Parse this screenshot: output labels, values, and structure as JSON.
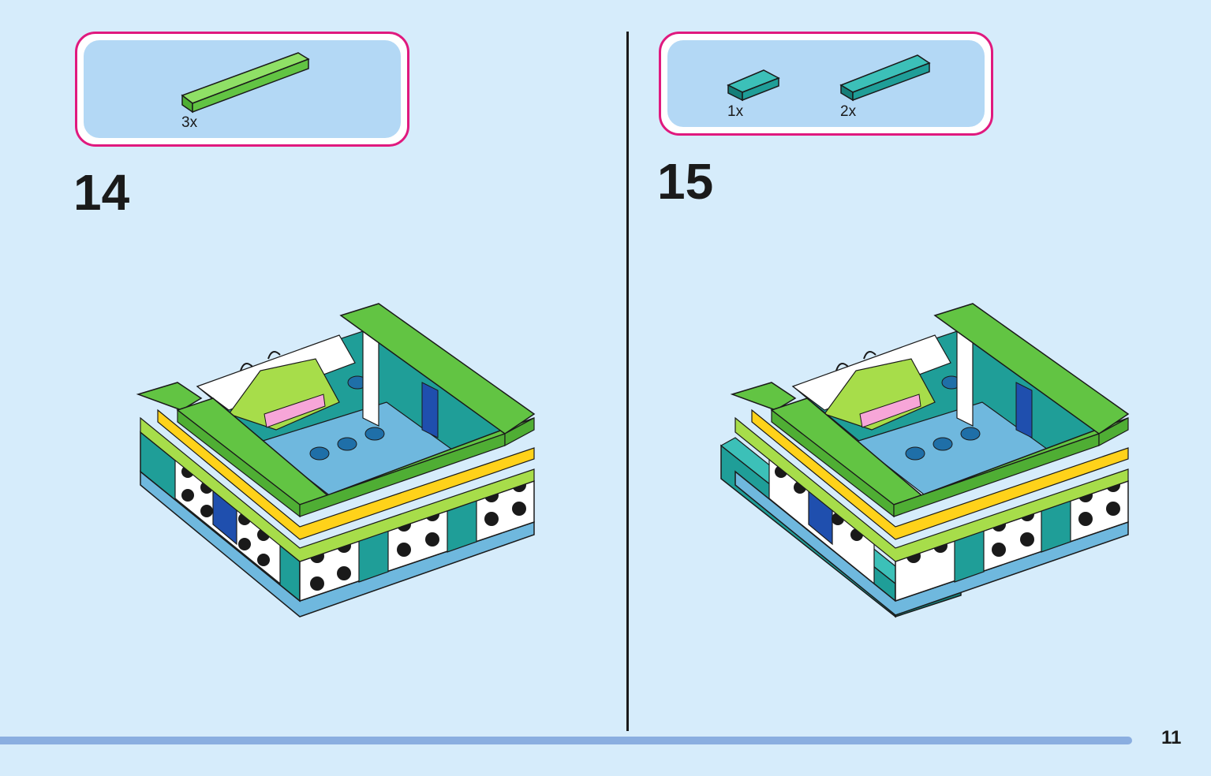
{
  "step14": {
    "number": "14",
    "parts": [
      {
        "qty": "3x",
        "color": "#6fd24a"
      }
    ]
  },
  "step15": {
    "number": "15",
    "parts": [
      {
        "qty": "1x",
        "color": "#1f9e98"
      },
      {
        "qty": "2x",
        "color": "#1f9e98"
      }
    ]
  },
  "page": {
    "number": "11"
  },
  "colors": {
    "background": "#d6ecfb",
    "callout_border": "#e0197e",
    "callout_fill": "#b3d8f5",
    "progress_bar": "#8aaee0"
  }
}
